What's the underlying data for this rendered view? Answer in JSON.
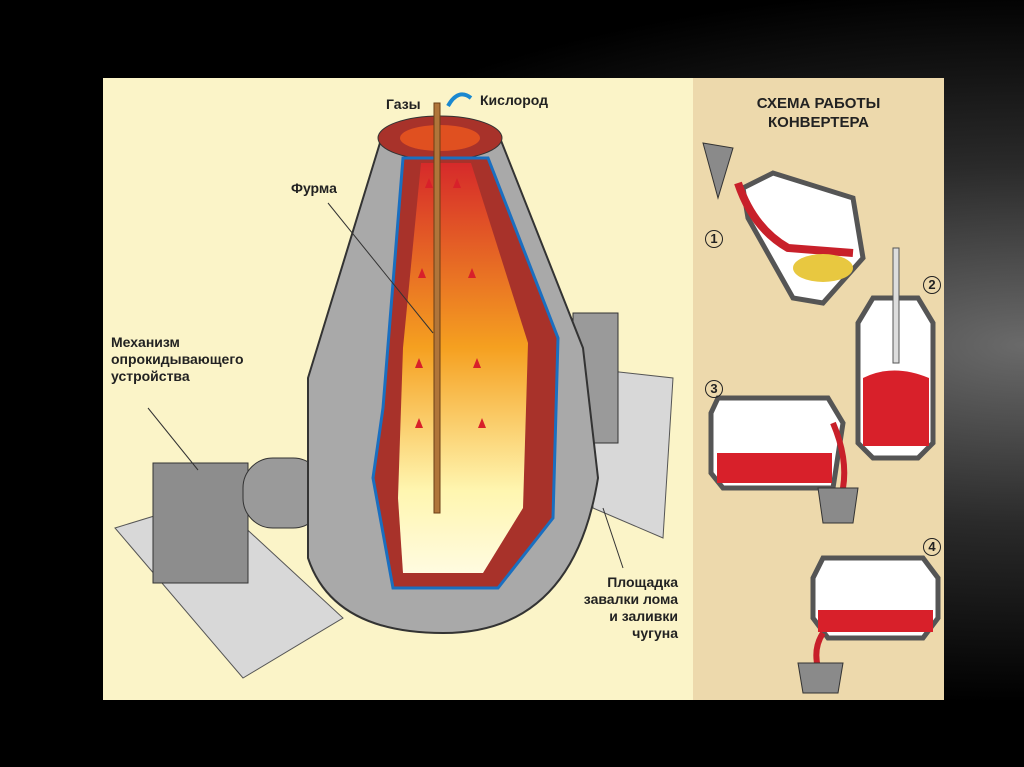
{
  "diagram": {
    "labels": {
      "gases": "Газы",
      "oxygen": "Кислород",
      "lance": "Фурма",
      "tilting_mechanism": [
        "Механизм",
        "опрокидывающего",
        "устройства"
      ],
      "charging_platform": [
        "Площадка",
        "завалки лома",
        "и заливки чугуна"
      ]
    },
    "scheme": {
      "title": [
        "СХЕМА РАБОТЫ",
        "КОНВЕРТЕРА"
      ],
      "steps": [
        "1",
        "2",
        "3",
        "4"
      ]
    },
    "colors": {
      "left_background": "#fbf4c8",
      "right_background": "#edd9ac",
      "steel_shell": "#a9a9a9",
      "brick_lining": "#a8322a",
      "molten_metal": "#d8202a",
      "flame_core": "#fff2a0"
    }
  }
}
